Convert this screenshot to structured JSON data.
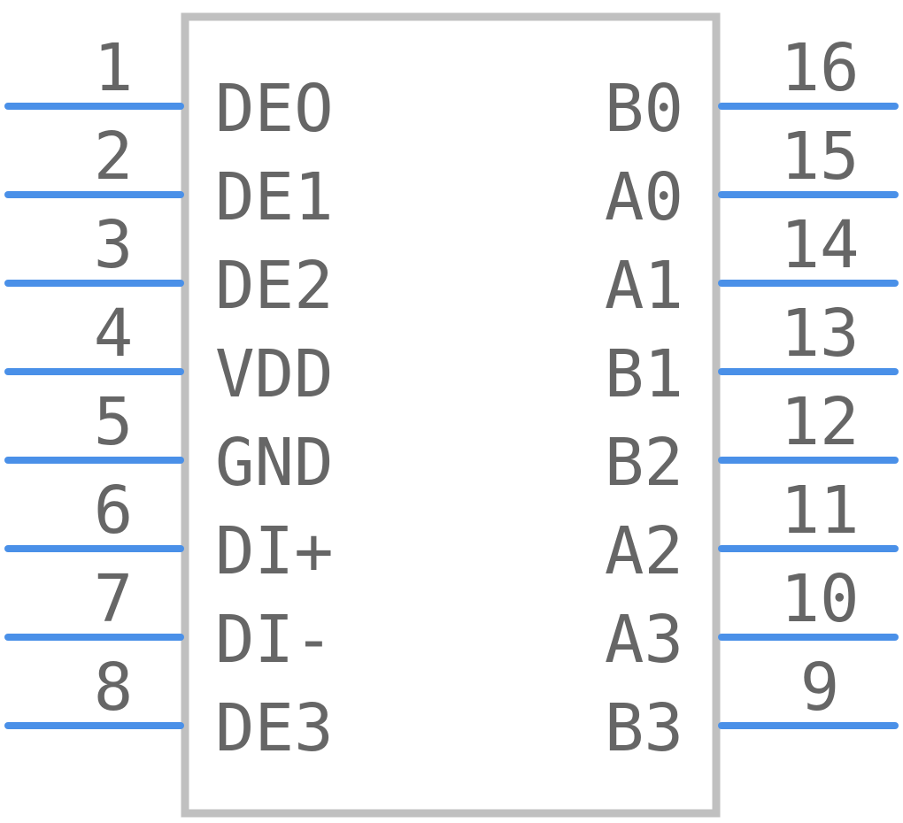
{
  "component": {
    "body_color": "#c0c0c0",
    "pin_color": "#4a90e8",
    "text_color": "#666666"
  },
  "left_pins": [
    {
      "number": "1",
      "name": "DEO"
    },
    {
      "number": "2",
      "name": "DE1"
    },
    {
      "number": "3",
      "name": "DE2"
    },
    {
      "number": "4",
      "name": "VDD"
    },
    {
      "number": "5",
      "name": "GND"
    },
    {
      "number": "6",
      "name": "DI+"
    },
    {
      "number": "7",
      "name": "DI-"
    },
    {
      "number": "8",
      "name": "DE3"
    }
  ],
  "right_pins": [
    {
      "number": "16",
      "name": "B0"
    },
    {
      "number": "15",
      "name": "A0"
    },
    {
      "number": "14",
      "name": "A1"
    },
    {
      "number": "13",
      "name": "B1"
    },
    {
      "number": "12",
      "name": "B2"
    },
    {
      "number": "11",
      "name": "A2"
    },
    {
      "number": "10",
      "name": "A3"
    },
    {
      "number": "9",
      "name": "B3"
    }
  ]
}
